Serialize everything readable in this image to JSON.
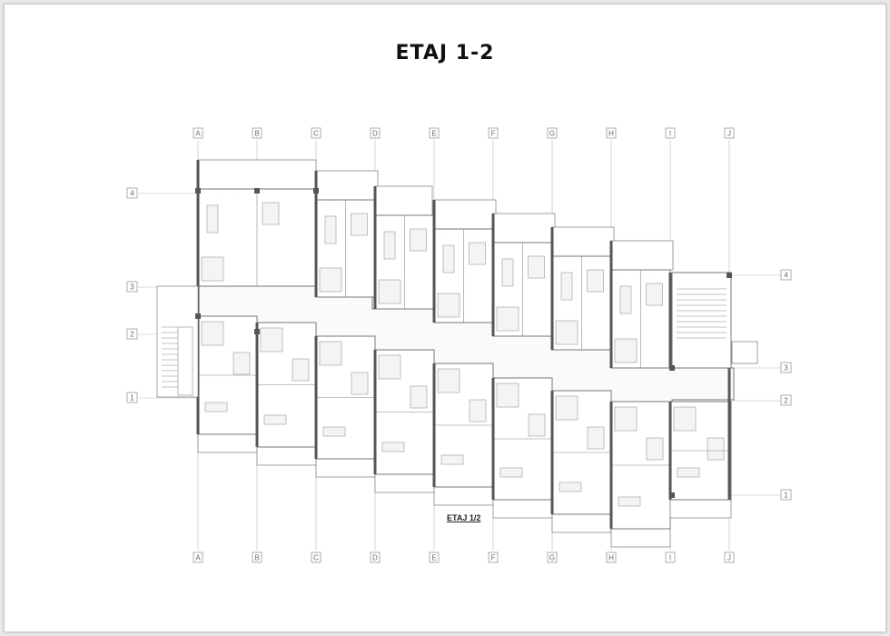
{
  "title": "ETAJ 1-2",
  "plan_label": "ETAJ 1/2",
  "grid_columns": [
    "A",
    "B",
    "C",
    "D",
    "E",
    "F",
    "G",
    "H",
    "I",
    "J"
  ],
  "grid_rows_left": [
    "4",
    "3",
    "2",
    "1"
  ],
  "grid_rows_right": [
    "4",
    "3",
    "2",
    "1"
  ],
  "colors": {
    "line": "#555555",
    "grid": "#b9b9b9",
    "background": "#ffffff"
  }
}
